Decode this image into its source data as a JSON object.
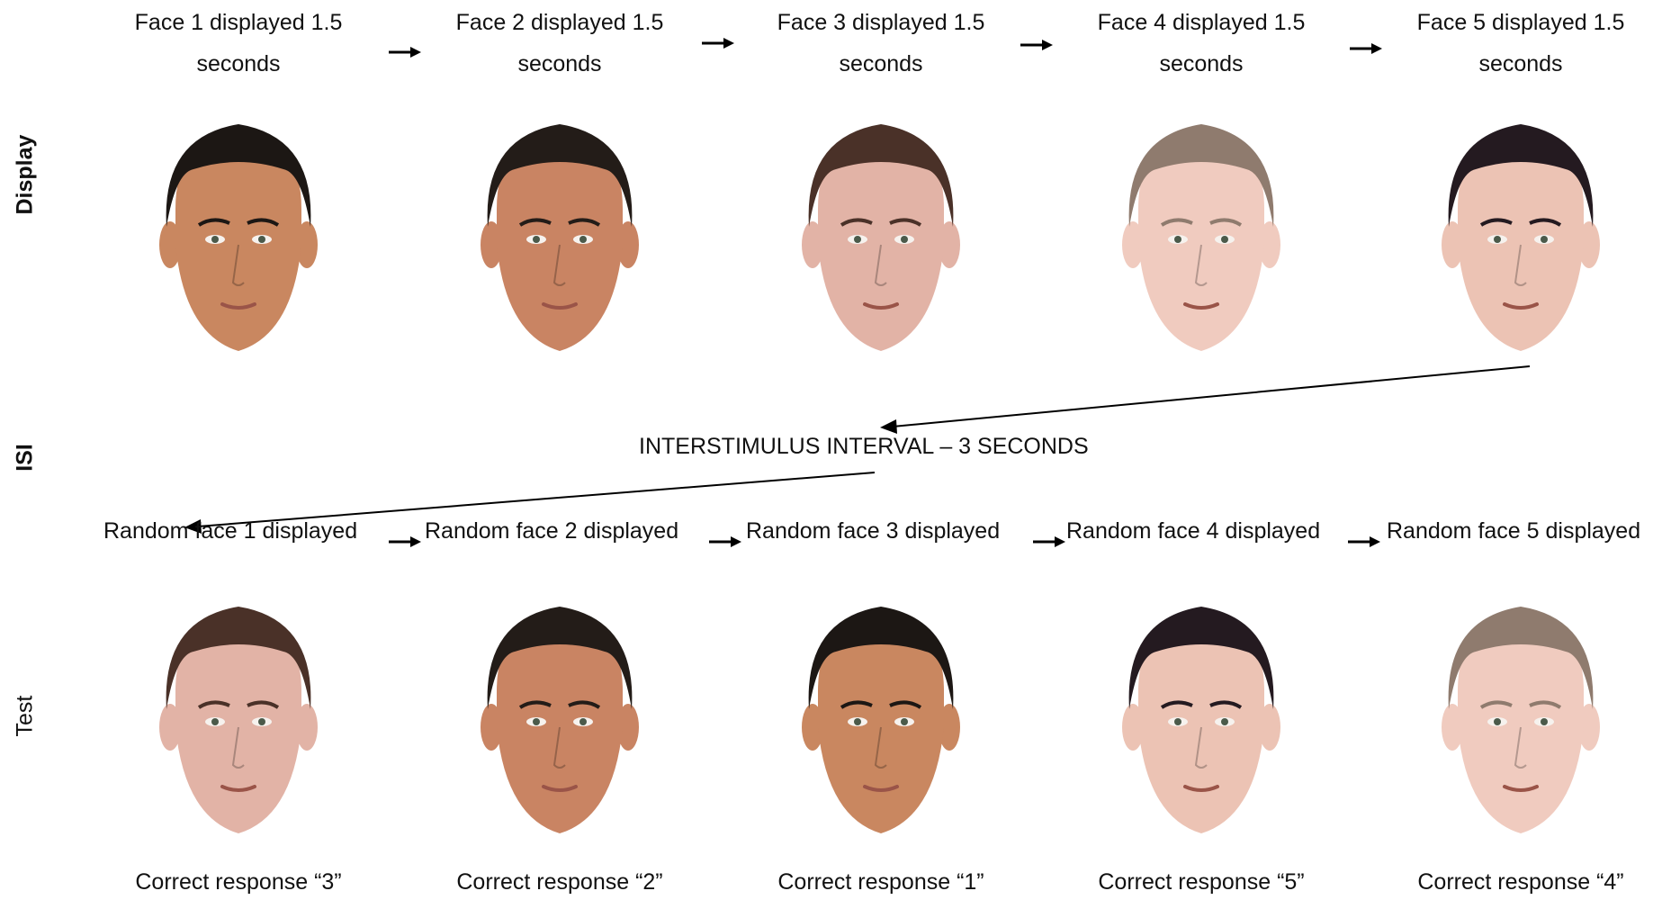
{
  "side_labels": {
    "display": "Display",
    "isi": "ISI",
    "test": "Test"
  },
  "display_captions": [
    "Face 1 displayed 1.5 seconds",
    "Face 2 displayed 1.5 seconds",
    "Face 3 displayed 1.5 seconds",
    "Face 4 displayed 1.5 seconds",
    "Face 5 displayed 1.5 seconds"
  ],
  "isi_text": "INTERSTIMULUS INTERVAL – 3 SECONDS",
  "test_captions": [
    "Random face 1 displayed",
    "Random face 2 displayed",
    "Random face 3 displayed",
    "Random face 4 displayed",
    "Random face 5 displayed"
  ],
  "responses": [
    "Correct response “3”",
    "Correct response “2”",
    "Correct response “1”",
    "Correct response “5”",
    "Correct response “4”"
  ],
  "faces": {
    "A": {
      "skin": "#c98760",
      "hair": "#1c1714"
    },
    "B": {
      "skin": "#c98463",
      "hair": "#231c18"
    },
    "C": {
      "skin": "#e2b3a6",
      "hair": "#4a3128"
    },
    "D": {
      "skin": "#f0cbbf",
      "hair": "#8f7b6e"
    },
    "E": {
      "skin": "#ecc3b4",
      "hair": "#241a20"
    }
  },
  "display_faces": [
    "A",
    "B",
    "C",
    "D",
    "E"
  ],
  "test_faces": [
    "C",
    "B",
    "A",
    "E",
    "D"
  ]
}
